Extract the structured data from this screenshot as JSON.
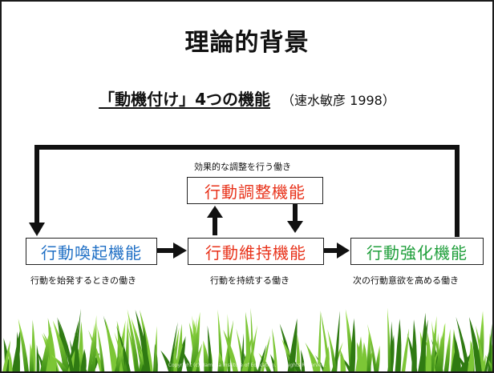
{
  "slide": {
    "title": "理論的背景",
    "subtitle_main": "「動機付け」4つの機能",
    "subtitle_source": "（速水敏彦 1998）"
  },
  "nodes": {
    "adjustment": {
      "label": "行動調整機能",
      "caption": "効果的な調整を行う働き",
      "color": "#e8321a"
    },
    "arousal": {
      "label": "行動喚起機能",
      "caption": "行動を始発するときの働き",
      "color": "#1f6fc5"
    },
    "maintenance": {
      "label": "行動維持機能",
      "caption": "行動を持続する働き",
      "color": "#e8321a"
    },
    "reinforcement": {
      "label": "行動強化機能",
      "caption": "次の行動意欲を高める働き",
      "color": "#1e9e3a"
    }
  },
  "footer": {
    "copyright": "Copyright (c) Hamada Institute of Education. All Rights Reserved."
  }
}
